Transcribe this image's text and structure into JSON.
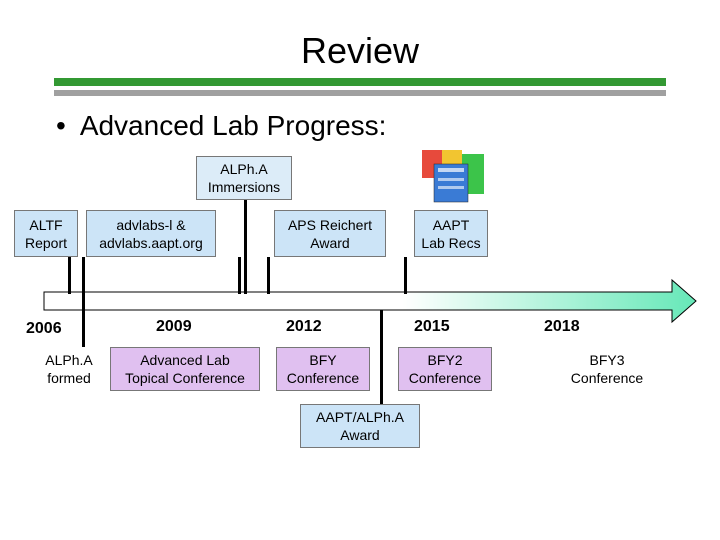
{
  "header": {
    "title": "Review"
  },
  "bullet": {
    "marker": "•",
    "text": "Advanced Lab Progress:"
  },
  "timeline": {
    "years": [
      "2006",
      "2009",
      "2012",
      "2015",
      "2018"
    ],
    "above": {
      "immersions": [
        "ALPh.A",
        "Immersions"
      ],
      "altf": [
        "ALTF",
        "Report"
      ],
      "advlabs": [
        "advlabs-l &",
        "advlabs.aapt.org"
      ],
      "aps": [
        "APS Reichert",
        "Award"
      ],
      "aapt_recs": [
        "AAPT",
        "Lab Recs"
      ]
    },
    "below": {
      "alpha_formed": [
        "ALPh.A",
        "formed"
      ],
      "topical": [
        "Advanced Lab",
        "Topical Conference"
      ],
      "bfy": [
        "BFY",
        "Conference"
      ],
      "bfy2": [
        "BFY2",
        "Conference"
      ],
      "bfy3": [
        "BFY3",
        "Conference"
      ],
      "aapt_alpha": [
        "AAPT/ALPh.A",
        "Award"
      ]
    }
  },
  "colors": {
    "rule_green": "#339933",
    "rule_gray": "#a0a0a0",
    "box_blue": "#cce4f7",
    "box_lavender": "#e0c0f0",
    "arrow_end": "#66e8b8"
  }
}
